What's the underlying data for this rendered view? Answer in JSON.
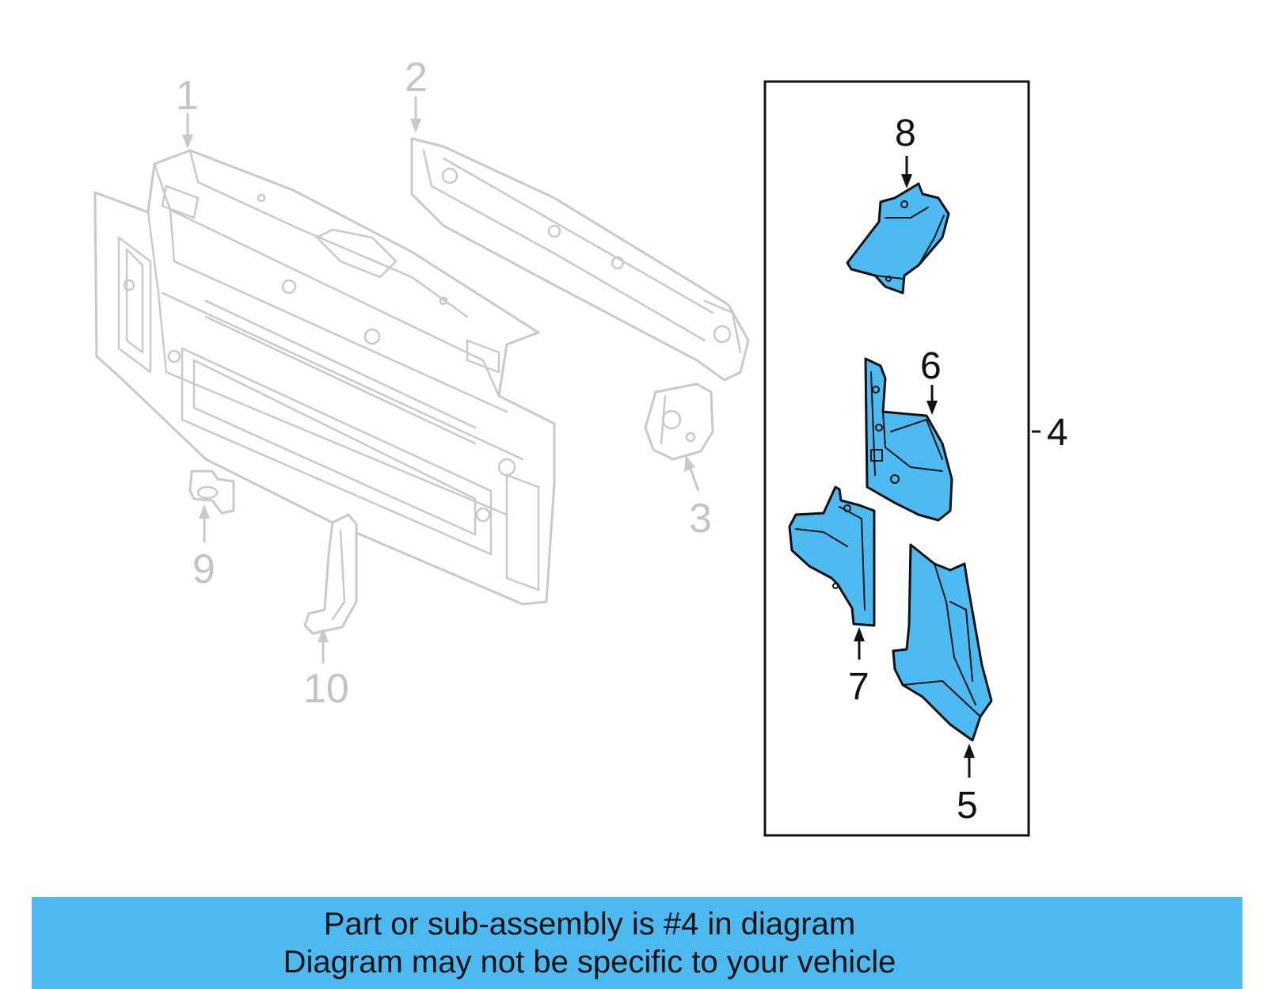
{
  "callouts": {
    "c1": "1",
    "c2": "2",
    "c3": "3",
    "c4": "4",
    "c5": "5",
    "c6": "6",
    "c7": "7",
    "c8": "8",
    "c9": "9",
    "c10": "10"
  },
  "banner": {
    "line1": "Part or sub-assembly is #4 in diagram",
    "line2": "Diagram may not be specific to your vehicle"
  },
  "colors": {
    "highlight": "#4dbbf2",
    "banner": "#4cbaf0",
    "faded_parts": "#c9c9c9"
  }
}
